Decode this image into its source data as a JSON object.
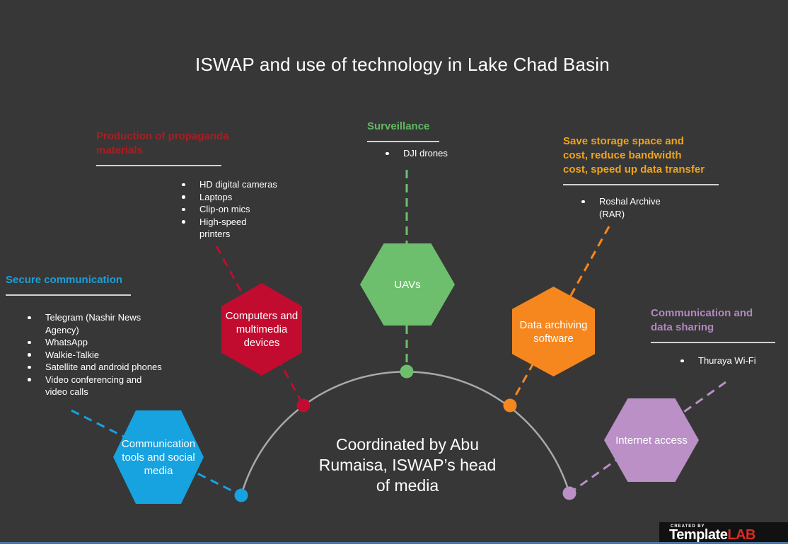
{
  "title": "ISWAP and use of technology in Lake Chad Basin",
  "center_text": "Coordinated by Abu Rumaisa, ISWAP’s head of media",
  "colors": {
    "background": "#373737",
    "text": "#ffffff",
    "arc": "#a9a9a9",
    "underline": "#d2d2d2",
    "blue": "#17a2e0",
    "red": "#c20c2f",
    "green": "#6ebf6d",
    "orange": "#f6871f",
    "purple": "#ba90c6",
    "heading_blue": "#1d9ed9",
    "heading_red": "#a32025",
    "heading_green": "#5fb961",
    "heading_orange": "#efa31d",
    "heading_purple": "#b287c2",
    "logo_bg": "#111111",
    "logo_red": "#dc2a21",
    "bottom_line": "#4d7aa8"
  },
  "sections": {
    "secure_communication": {
      "heading": "Secure communication",
      "items": [
        "Telegram (Nashir News Agency)",
        "WhatsApp",
        "Walkie-Talkie",
        "Satellite and android phones",
        "Video conferencing and video calls"
      ]
    },
    "propaganda": {
      "heading": "Production of propaganda materials",
      "items": [
        "HD digital cameras",
        "Laptops",
        "Clip-on mics",
        "High-speed printers"
      ]
    },
    "surveillance": {
      "heading": "Surveillance",
      "items": [
        "DJI drones"
      ]
    },
    "storage": {
      "heading_lines": [
        "Save storage space and",
        "cost, reduce bandwidth",
        "cost, speed up data transfer"
      ],
      "items": [
        "Roshal Archive (RAR)"
      ]
    },
    "data_sharing": {
      "heading": "Communication and data sharing",
      "items": [
        "Thuraya Wi-Fi"
      ]
    }
  },
  "hexagons": {
    "communication_tools": "Communication tools and social media",
    "computers": "Computers and multimedia devices",
    "uavs": "UAVs",
    "data_archiving": "Data archiving software",
    "internet_access": "Internet access"
  },
  "footer": {
    "created_by": "CREATED BY",
    "brand_white": "Template",
    "brand_red": "LAB"
  }
}
